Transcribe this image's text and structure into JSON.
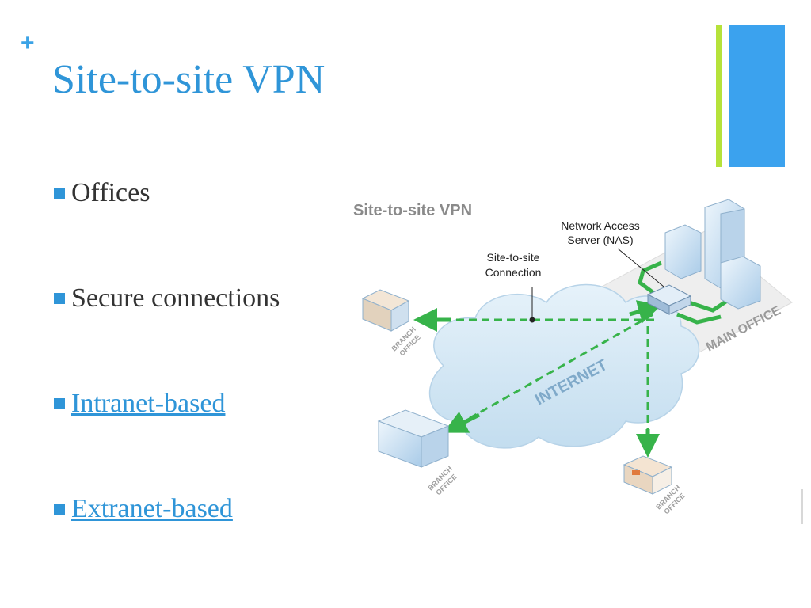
{
  "slide": {
    "plus": "+",
    "title": "Site-to-site VPN",
    "accent_colors": {
      "green": "#b6e23a",
      "blue": "#3ba2ee",
      "title": "#2f95d8"
    }
  },
  "bullets": [
    {
      "text": "Offices",
      "link": false
    },
    {
      "text": "Secure connections",
      "link": false
    },
    {
      "text": "Intranet-based",
      "link": true
    },
    {
      "text": "Extranet-based",
      "link": true
    }
  ],
  "diagram": {
    "title": "Site-to-site VPN",
    "nas_label_line1": "Network Access",
    "nas_label_line2": "Server (NAS)",
    "connection_label_line1": "Site-to-site",
    "connection_label_line2": "Connection",
    "cloud_label": "INTERNET",
    "main_office_label": "MAIN OFFICE",
    "branch_line1": "BRANCH",
    "branch_line2": "OFFICE",
    "colors": {
      "link": "#37b34a",
      "cloud": "#d6e9f5",
      "building": "#cfe3f4"
    }
  }
}
